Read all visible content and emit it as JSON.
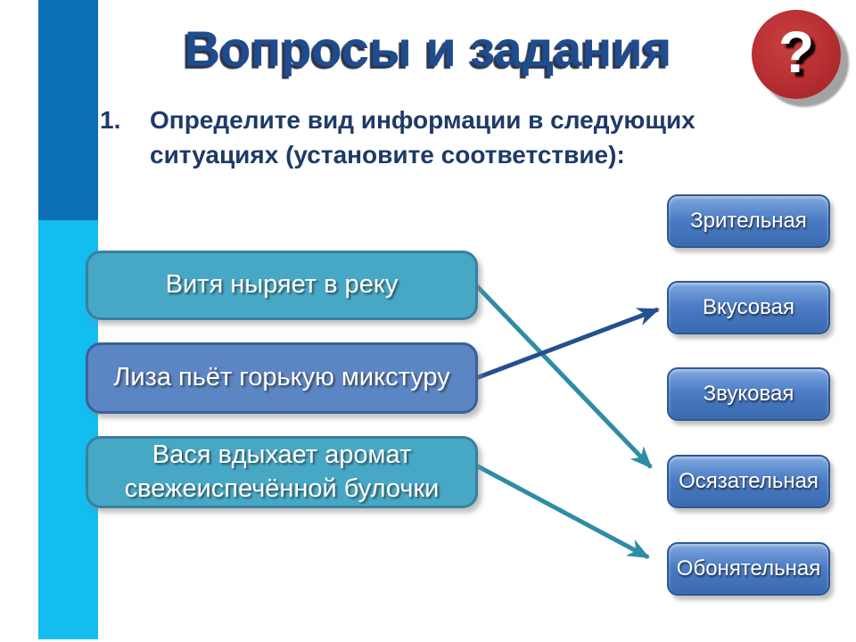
{
  "slide": {
    "title": "Вопросы и задания",
    "question_mark": "?",
    "task": {
      "number": "1.",
      "text": "Определите вид информации в следующих ситуациях (установите соответствие):"
    },
    "situations": [
      {
        "label": "Витя ныряет в реку",
        "variant": "teal"
      },
      {
        "label": "Лиза пьёт горькую микстуру",
        "variant": "blue"
      },
      {
        "label": "Вася вдыхает аромат свежеиспечённой булочки",
        "variant": "teal"
      }
    ],
    "info_types": [
      {
        "label": "Зрительная"
      },
      {
        "label": "Вкусовая"
      },
      {
        "label": "Звуковая"
      },
      {
        "label": "Осязательная"
      },
      {
        "label": "Обонятельная"
      }
    ],
    "connections": [
      {
        "from": "Витя ныряет в реку",
        "to": "Осязательная",
        "color": "#2E8CA6"
      },
      {
        "from": "Лиза пьёт горькую микстуру",
        "to": "Вкусовая",
        "color": "#24508F"
      },
      {
        "from": "Вася вдыхает аромат свежеиспечённой булочки",
        "to": "Обонятельная",
        "color": "#2E8CA6"
      }
    ],
    "colors": {
      "sidebar_top": "#0B6FB4",
      "sidebar_bottom": "#12BDF0",
      "title": "#1F4C8F",
      "task_text": "#1E3A68",
      "teal_fill": "#47A8C5",
      "teal_border": "#38809F",
      "blue_fill": "#5C85C3",
      "blue_border": "#3A5F9B",
      "button_gradient_top": "#7FA8DE",
      "button_gradient_bottom": "#3A6AAE",
      "arrow_teal": "#2E8CA6",
      "arrow_navy": "#24508F",
      "badge_red": "#B62E31"
    }
  }
}
